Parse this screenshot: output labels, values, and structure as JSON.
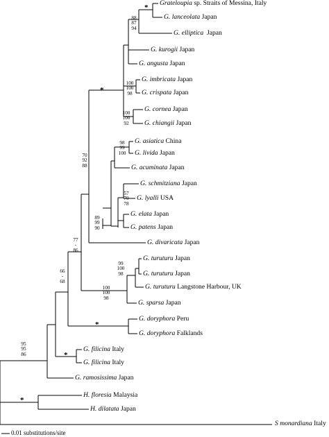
{
  "scale_bar": {
    "label": "0.01 substitutions/site"
  },
  "taxa": [
    {
      "genus": "Grateloupia",
      "epithet": "sp.",
      "locality": "Straits of Messina, Italy",
      "genus_italic": true,
      "epithet_italic": false
    },
    {
      "genus": "G.",
      "epithet": "lanceolata",
      "locality": "Japan"
    },
    {
      "genus": "G.",
      "epithet": "elliptica",
      "locality": "Japan"
    },
    {
      "genus": "G.",
      "epithet": "kurogii",
      "locality": "Japan"
    },
    {
      "genus": "G.",
      "epithet": "angusta",
      "locality": "Japan"
    },
    {
      "genus": "G.",
      "epithet": "imbricata",
      "locality": "Japan"
    },
    {
      "genus": "G.",
      "epithet": "crispata",
      "locality": "Japan"
    },
    {
      "genus": "G.",
      "epithet": "cornea",
      "locality": "Japan"
    },
    {
      "genus": "G.",
      "epithet": "chiangii",
      "locality": "Japan"
    },
    {
      "genus": "G.",
      "epithet": "asiatica",
      "locality": "China"
    },
    {
      "genus": "G.",
      "epithet": "livida",
      "locality": "Japan"
    },
    {
      "genus": "G.",
      "epithet": "acuminata",
      "locality": "Japan"
    },
    {
      "genus": "G.",
      "epithet": "schmitziana",
      "locality": "Japan"
    },
    {
      "genus": "G.",
      "epithet": "lyalli",
      "locality": "USA"
    },
    {
      "genus": "G.",
      "epithet": "elata",
      "locality": "Japan"
    },
    {
      "genus": "G.",
      "epithet": "patens",
      "locality": "Japan"
    },
    {
      "genus": "G.",
      "epithet": "divaricata",
      "locality": "Japan"
    },
    {
      "genus": "G.",
      "epithet": "turuturu",
      "locality": "Japan"
    },
    {
      "genus": "G.",
      "epithet": "turuturu",
      "locality": "Japan"
    },
    {
      "genus": "G.",
      "epithet": "turuturu",
      "locality": "Langstone Harbour, UK"
    },
    {
      "genus": "G.",
      "epithet": "sparsa",
      "locality": "Japan"
    },
    {
      "genus": "G.",
      "epithet": "doryphora",
      "locality": "Peru"
    },
    {
      "genus": "G.",
      "epithet": "doryphora",
      "locality": "Falklands"
    },
    {
      "genus": "G.",
      "epithet": "filicina",
      "locality": "Italy"
    },
    {
      "genus": "G.",
      "epithet": "filicina",
      "locality": "Italy"
    },
    {
      "genus": "G.",
      "epithet": "ramosissima",
      "locality": "Japan"
    },
    {
      "genus": "H.",
      "epithet": "floresia",
      "locality": "Malaysia"
    },
    {
      "genus": "H.",
      "epithet": "dilatata",
      "locality": "Japan"
    },
    {
      "genus": "S",
      "epithet": "monardiana",
      "locality": "Italy"
    }
  ],
  "supports": [
    {
      "values": [
        "88",
        "87",
        "94"
      ]
    },
    {
      "values": [
        "100",
        "100",
        "98"
      ]
    },
    {
      "values": [
        "100",
        "100",
        "92"
      ]
    },
    {
      "values": [
        "98",
        "99",
        "100"
      ]
    },
    {
      "values": [
        "57",
        "70",
        "78"
      ]
    },
    {
      "values": [
        "89",
        "99",
        "90"
      ]
    },
    {
      "values": [
        "70",
        "92",
        "88"
      ]
    },
    {
      "values": [
        "99",
        "100",
        "98"
      ]
    },
    {
      "values": [
        "100",
        "100",
        "98"
      ]
    },
    {
      "values": [
        "77",
        "-",
        "86"
      ]
    },
    {
      "values": [
        "66",
        "-",
        "68"
      ]
    },
    {
      "values": [
        "95",
        "95",
        "86"
      ]
    }
  ],
  "stars": [
    "*",
    "*",
    "*",
    "*",
    "*"
  ]
}
